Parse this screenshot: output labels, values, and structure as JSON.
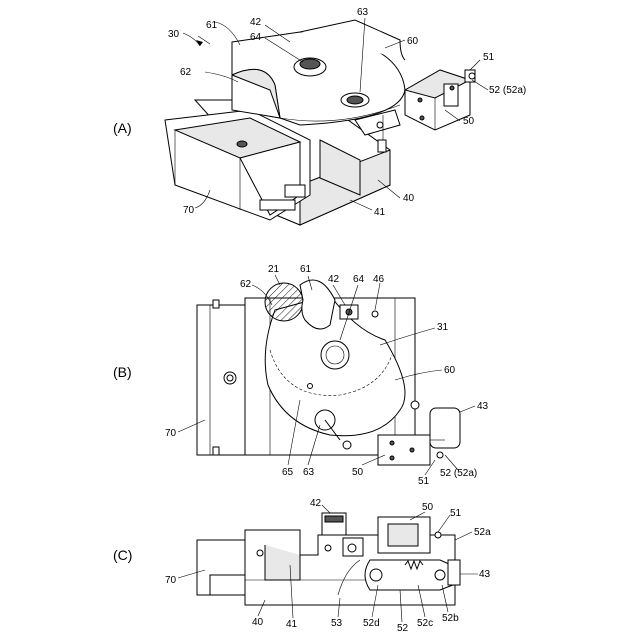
{
  "panels": {
    "a": {
      "label": "(A)"
    },
    "b": {
      "label": "(B)"
    },
    "c": {
      "label": "(C)"
    }
  },
  "labels": {
    "a": [
      "30",
      "61",
      "42",
      "64",
      "63",
      "60",
      "51",
      "52 (52a)",
      "62",
      "50",
      "70",
      "41",
      "40"
    ],
    "b": [
      "21",
      "61",
      "42",
      "64",
      "46",
      "62",
      "31",
      "60",
      "43",
      "70",
      "65",
      "63",
      "50",
      "51",
      "52 (52a)"
    ],
    "c": [
      "42",
      "50",
      "51",
      "52a",
      "70",
      "43",
      "40",
      "41",
      "53",
      "52d",
      "52",
      "52c",
      "52b"
    ]
  }
}
